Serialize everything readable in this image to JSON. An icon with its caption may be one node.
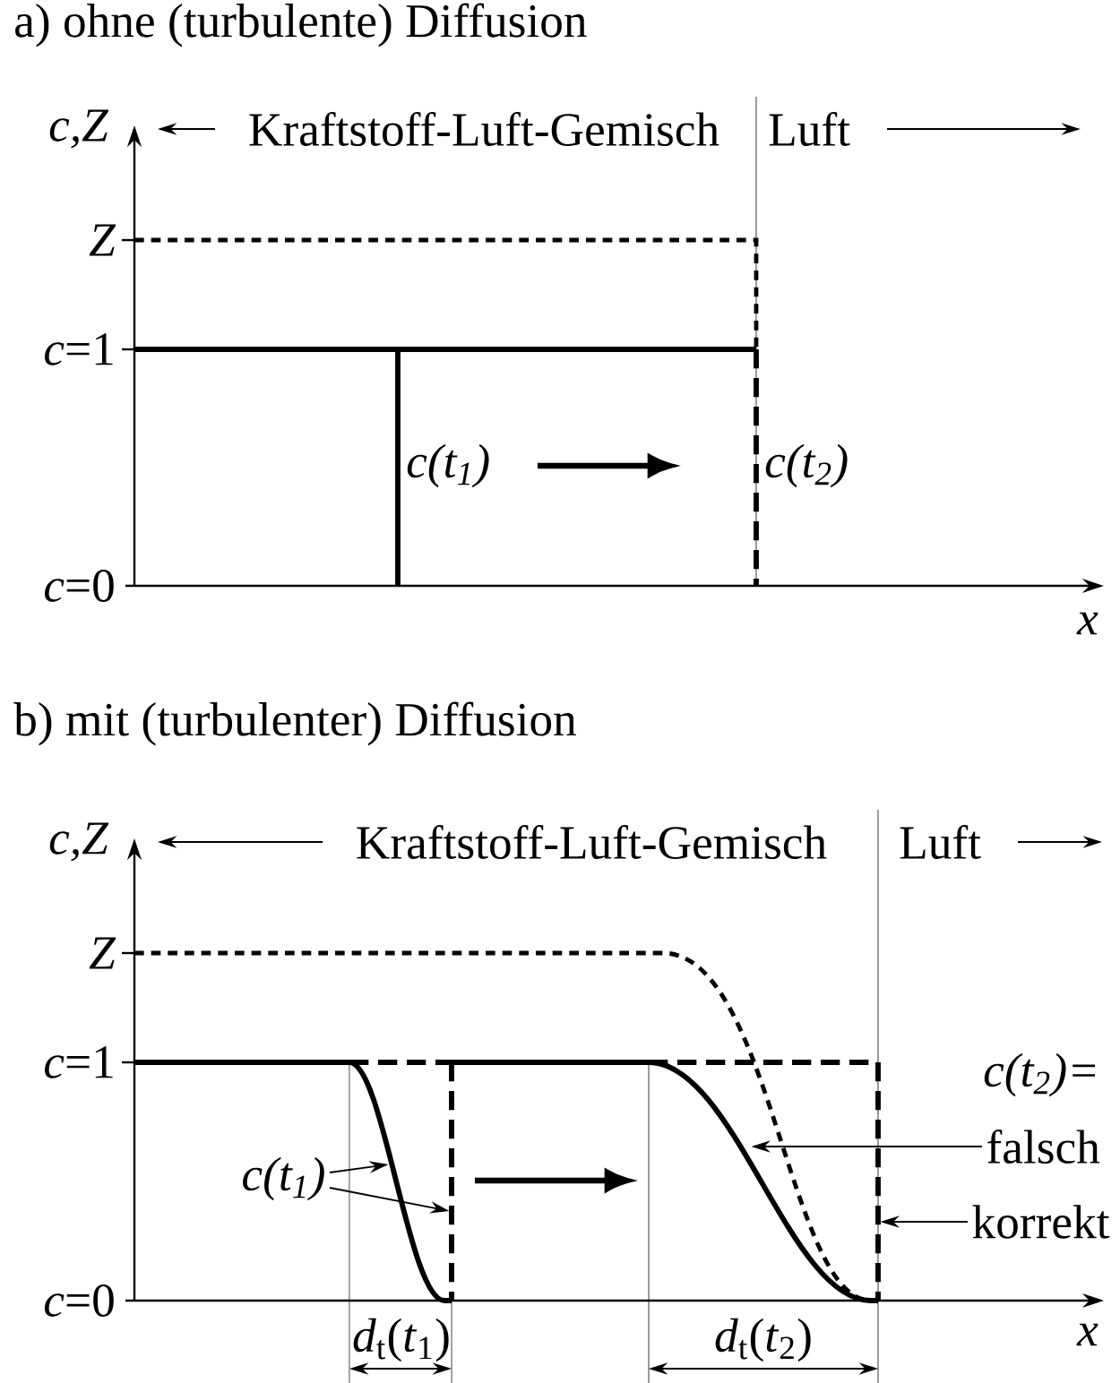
{
  "diagram": {
    "nodes": [
      {
        "text": [
          "c(t$_{1}$)"
        ]
      },
      {
        "text": [
          "falsch"
        ]
      },
      {
        "text": [
          "korrekt"
        ]
      },
      {
        "text": [],
        "shape": "curve"
      },
      {
        "text": [],
        "shape": "line"
      },
      {
        "text": [],
        "shape": "curve"
      },
      {
        "text": [],
        "shape": "line"
      }
    ],
    "edges": [
      {
        "from": 0,
        "to": 3,
        "arrow": "to"
      },
      {
        "from": 0,
        "to": 4,
        "arrow": "to"
      },
      {
        "from": 1,
        "to": 5,
        "arrow": "to"
      },
      {
        "from": 2,
        "to": 6,
        "arrow": "to"
      }
    ],
    "labels": [
      "a) ohne (turbulente) Diffusion",
      "c,Z",
      "Kraftstoff-Luft-Gemisch",
      "Luft",
      "Z",
      "*c*=1",
      "c(t$_{1}$)",
      "c(t$_{2}$)",
      "*c*=0",
      "x",
      "b) mit (turbulenter) Diffusion",
      "c,Z",
      "Kraftstoff-Luft-Gemisch",
      "Luft",
      "Z",
      "*c*=1",
      "c(t$_{2}$)=",
      "*c*=0",
      "*d*$_{t}$(*t*$_{1}$)",
      "*d*$_{t}$(*t*$_{2}$)",
      "x"
    ]
  }
}
